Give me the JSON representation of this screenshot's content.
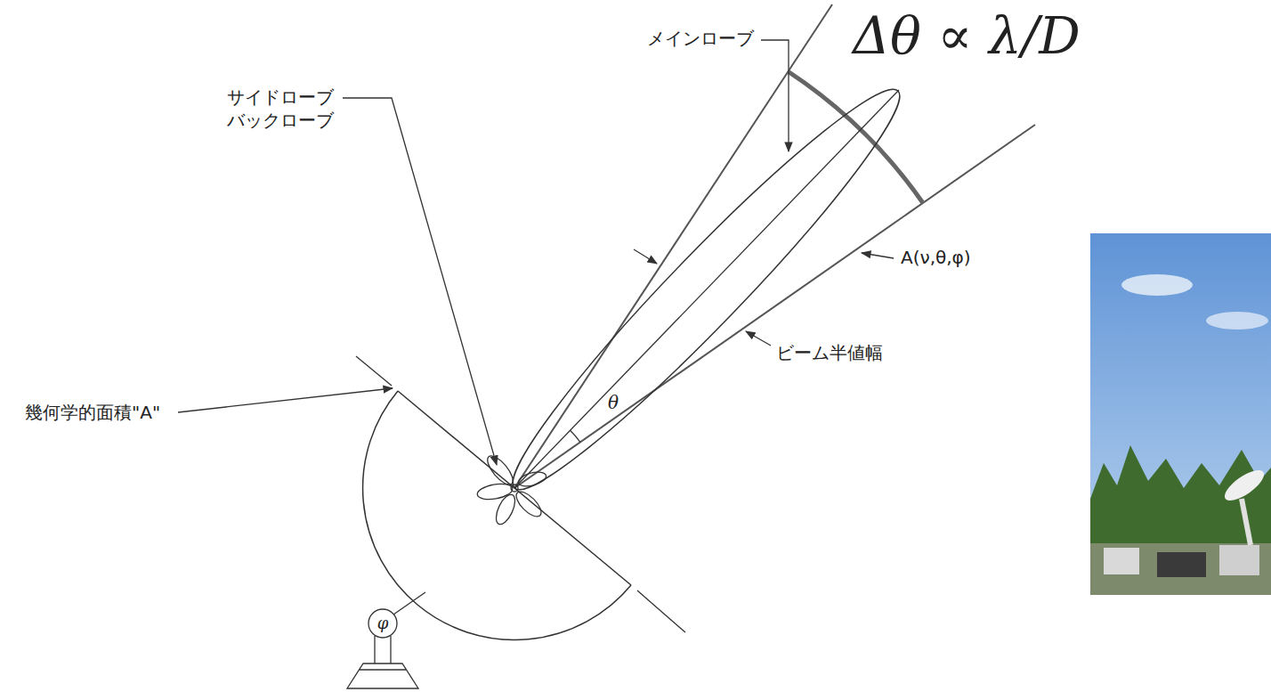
{
  "diagram": {
    "labels": [
      "メインローブ",
      "Δθ ∝ λ/D",
      "サイドローブ",
      "バックローブ",
      "A(ν,θ,φ)",
      "ビーム半値幅",
      "幾何学的面積\"A\"",
      "θ",
      "φ"
    ]
  }
}
